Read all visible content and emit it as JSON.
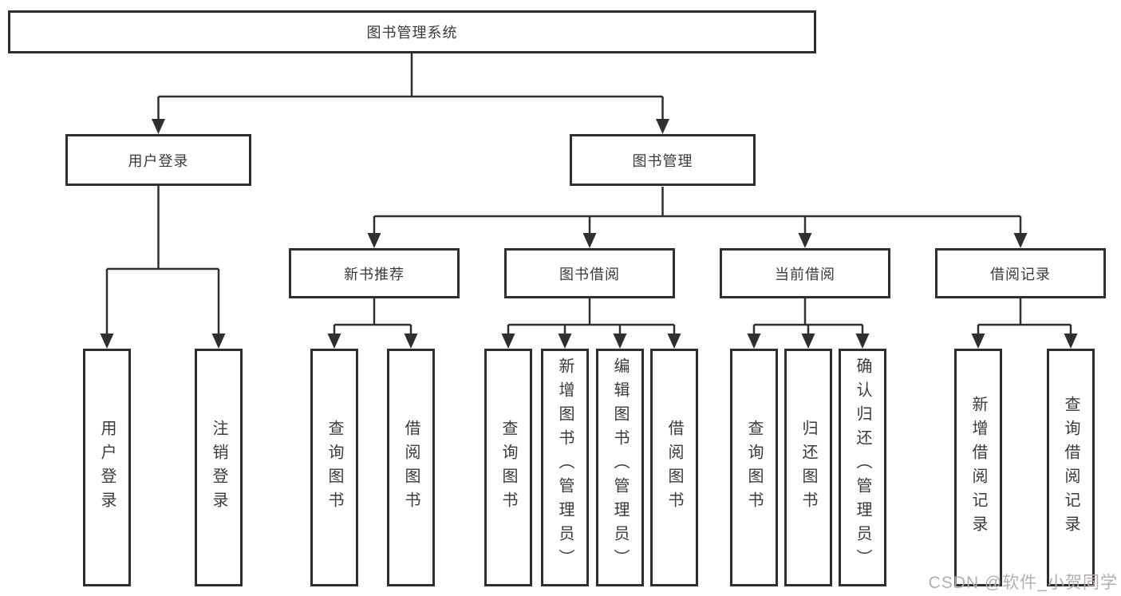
{
  "diagram": {
    "root": "图书管理系统",
    "branches": [
      {
        "label": "用户登录",
        "children": [
          "用户登录",
          "注销登录"
        ]
      },
      {
        "label": "图书管理",
        "children": [
          {
            "label": "新书推荐",
            "children": [
              "查询图书",
              "借阅图书"
            ]
          },
          {
            "label": "图书借阅",
            "children": [
              "查询图书",
              "新增图书（管理员）",
              "编辑图书（管理员）",
              "借阅图书"
            ]
          },
          {
            "label": "当前借阅",
            "children": [
              "查询图书",
              "归还图书",
              "确认归还（管理员）"
            ]
          },
          {
            "label": "借阅记录",
            "children": [
              "新增借阅记录",
              "查询借阅记录"
            ]
          }
        ]
      }
    ]
  },
  "watermark": "CSDN @软件_小贺同学",
  "colors": {
    "line": "#2f2f2f",
    "text": "#3a3a3a",
    "background": "#ffffff",
    "watermark": "#b5adad"
  }
}
